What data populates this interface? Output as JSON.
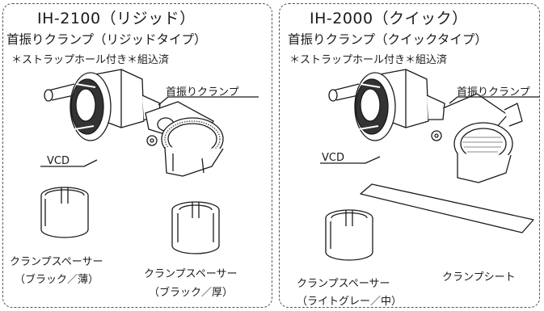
{
  "left": {
    "model": "IH-2100（リジッド）",
    "subtitle": "首振りクランプ（リジッドタイプ）",
    "note": "＊ストラップホール付き＊組込済",
    "label_clamp": "首振りクランプ",
    "label_vcd": "VCD",
    "spacer_thin": [
      "クランプスペーサー",
      "（ブラック／薄）"
    ],
    "spacer_thick": [
      "クランプスペーサー",
      "（ブラック／厚）"
    ]
  },
  "right": {
    "model": "IH-2000（クイック）",
    "subtitle": "首振りクランプ（クイックタイプ）",
    "note": "＊ストラップホール付き＊組込済",
    "label_clamp": "首振りクランプ",
    "label_vcd": "VCD",
    "spacer": [
      "クランプスペーサー",
      "（ライトグレー／中）"
    ],
    "sheet": "クランプシート"
  }
}
